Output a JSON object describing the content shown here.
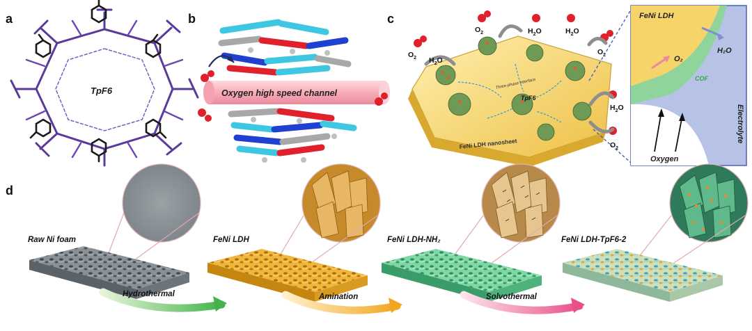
{
  "panels": {
    "a": {
      "letter": "a",
      "structure_label": "TpF6",
      "colors": {
        "purple": "#5b3a9c",
        "black": "#1a1a1a"
      }
    },
    "b": {
      "letter": "b",
      "channel_label": "Oxygen high speed channel",
      "colors": {
        "cyan": "#3fc6e0",
        "red": "#e0202a",
        "blue": "#2040d0",
        "gray": "#a8a8a8"
      }
    },
    "c": {
      "letter": "c",
      "labels": {
        "o2": "O",
        "h2o": "H",
        "sub2": "2",
        "o_suffix": "O",
        "tpf6": "TpF6",
        "three_phase": "Three-phase interface",
        "nanosheet": "FeNi LDH nanosheet"
      },
      "inset": {
        "feni_ldh": "FeNi LDH",
        "h2o": "H₂O",
        "o2": "O₂",
        "cof": "COF",
        "electrolyte": "Electrolyte",
        "oxygen": "Oxygen"
      },
      "colors": {
        "sheet": "#f2cc55",
        "inset_yellow": "#f6d46a",
        "inset_blue": "#b7c3e6",
        "cof_green": "#8fd49a"
      }
    },
    "d": {
      "letter": "d",
      "stages": [
        {
          "label": "Raw Ni foam",
          "color": "#7d8489"
        },
        {
          "label": "FeNi LDH",
          "color": "#f0b12c"
        },
        {
          "label": "FeNi LDH-NH₂",
          "color": "#6ccf98"
        },
        {
          "label": "FeNi LDH-TpF6-2",
          "color": "#b9d6b4"
        }
      ],
      "steps": [
        {
          "label": "Hydrothermal",
          "color": "#49b54f"
        },
        {
          "label": "Amination",
          "color": "#f0a624"
        },
        {
          "label": "Solvothermal",
          "color": "#e8508a"
        }
      ]
    }
  }
}
